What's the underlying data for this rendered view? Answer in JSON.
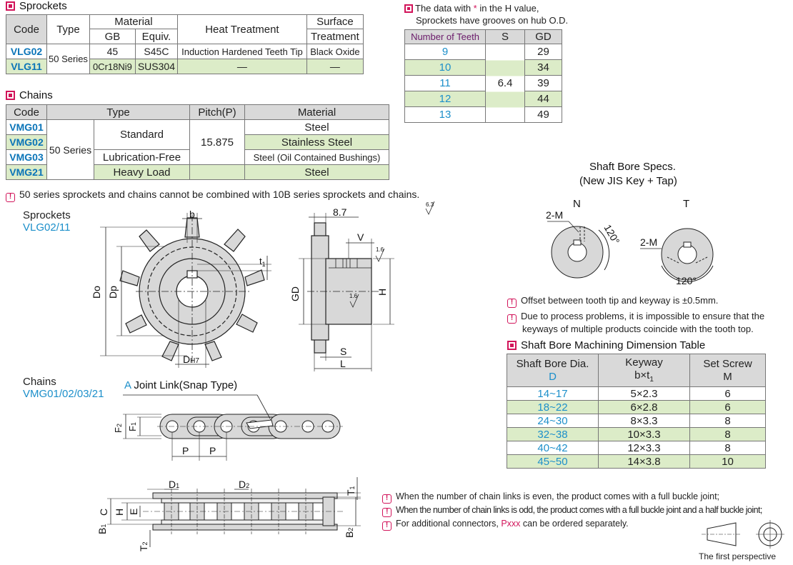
{
  "sprockets_section": {
    "title": "Sprockets",
    "headers": {
      "code": "Code",
      "type": "Type",
      "material": "Material",
      "gb": "GB",
      "equiv": "Equiv.",
      "heat": "Heat Treatment",
      "surface_1": "Surface",
      "surface_2": "Treatment"
    },
    "type_value": "50 Series",
    "rows": [
      {
        "code": "VLG02",
        "gb": "45",
        "equiv": "S45C",
        "heat": "Induction Hardened Teeth Tip",
        "surface": "Black Oxide"
      },
      {
        "code": "VLG11",
        "gb": "0Cr18Ni9",
        "equiv": "SUS304",
        "heat": "—",
        "surface": "—"
      }
    ]
  },
  "chains_section": {
    "title": "Chains",
    "headers": {
      "code": "Code",
      "type": "Type",
      "pitch": "Pitch(P)",
      "material": "Material"
    },
    "series": "50 Series",
    "pitch_value": "15.875",
    "types": {
      "standard": "Standard",
      "lube": "Lubrication-Free",
      "heavy": "Heavy Load"
    },
    "rows": [
      {
        "code": "VMG01",
        "material": "Steel"
      },
      {
        "code": "VMG02",
        "material": "Stainless Steel"
      },
      {
        "code": "VMG03",
        "material": "Steel (Oil Contained Bushings)"
      },
      {
        "code": "VMG21",
        "material": "Steel"
      }
    ]
  },
  "teeth_section": {
    "note_prefix": "The data with ",
    "star": "*",
    "note_suffix": " in the H value,",
    "note_line2": "Sprockets have grooves on hub O.D.",
    "headers": {
      "teeth": "Number of Teeth",
      "s": "S",
      "gd": "GD"
    },
    "s_value": "6.4",
    "rows": [
      {
        "teeth": "9",
        "gd": "29"
      },
      {
        "teeth": "10",
        "gd": "34"
      },
      {
        "teeth": "11",
        "gd": "39"
      },
      {
        "teeth": "12",
        "gd": "44"
      },
      {
        "teeth": "13",
        "gd": "49"
      }
    ]
  },
  "combine_warning": "50 series sprockets and chains cannot be combined with 10B series sprockets and chains.",
  "sprocket_drawing": {
    "caption": "Sprockets",
    "models": "VLG02/11",
    "labels": {
      "b": "b",
      "t1": "t",
      "t1_sub": "1",
      "do": "Do",
      "dp": "Dp",
      "d": "D",
      "d_sub": "H7",
      "dim87": "8.7",
      "v": "V",
      "gd": "GD",
      "h": "H",
      "s": "S",
      "l": "L",
      "r16a": "1.6",
      "r16b": "1.6",
      "r63": "6.3"
    }
  },
  "shaft_bore": {
    "title_1": "Shaft Bore Specs.",
    "title_2": "(New JIS Key + Tap)",
    "n_label": "N",
    "t_label": "T",
    "m_label": "2-M",
    "angle": "120°"
  },
  "shaft_notes": [
    "Offset between tooth tip and keyway is ±0.5mm.",
    "Due to process problems, it is impossible to ensure that the",
    "keyways of multiple products coincide with the tooth top."
  ],
  "machining": {
    "title": "Shaft Bore Machining Dimension Table",
    "headers": {
      "bore_1": "Shaft Bore Dia.",
      "bore_2": "D",
      "key_1": "Keyway",
      "key_2": "b×t",
      "key_sub": "1",
      "screw_1": "Set Screw",
      "screw_2": "M"
    },
    "rows": [
      {
        "d": "14~17",
        "k": "5×2.3",
        "m": "6"
      },
      {
        "d": "18~22",
        "k": "6×2.8",
        "m": "6"
      },
      {
        "d": "24~30",
        "k": "8×3.3",
        "m": "8"
      },
      {
        "d": "32~38",
        "k": "10×3.3",
        "m": "8"
      },
      {
        "d": "40~42",
        "k": "12×3.3",
        "m": "8"
      },
      {
        "d": "45~50",
        "k": "14×3.8",
        "m": "10"
      }
    ]
  },
  "chain_drawing": {
    "caption": "Chains",
    "models": "VMG01/02/03/21",
    "joint_a": "A",
    "joint_text": " Joint Link(Snap Type)",
    "labels": {
      "f2": "F",
      "f2_sub": "2",
      "f1": "F",
      "f1_sub": "1",
      "p1": "P",
      "p2": "P",
      "d1": "D",
      "d1_sub": "1",
      "d2": "D",
      "d2_sub": "2",
      "t1": "T",
      "t1_sub": "1",
      "t2": "T",
      "t2_sub": "2",
      "b1": "B",
      "b1_sub": "1",
      "b2": "B",
      "b2_sub": "2",
      "c": "C",
      "h": "H",
      "e": "E"
    }
  },
  "link_notes": {
    "n1": "When the number of chain links is even, the product comes with a full buckle joint;",
    "n2": "When the number of chain links is odd, the product comes with a full buckle joint and a half buckle joint;",
    "n3_prefix": "For additional connectors, ",
    "n3_code": "Pxxx",
    "n3_suffix": " can be ordered separately."
  },
  "perspective": "The first perspective",
  "colors": {
    "accent": "#d2145a",
    "code_blue": "#0a74b8",
    "light_blue": "#1c8fca",
    "row_green": "#dcecc8",
    "header_gray": "#d9d9d9"
  }
}
